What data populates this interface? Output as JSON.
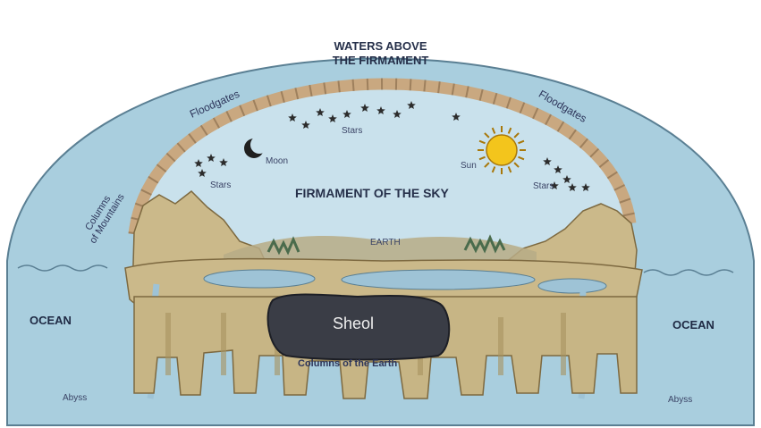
{
  "labels": {
    "waters_above": [
      "WATERS ABOVE",
      "THE FIRMAMENT"
    ],
    "firmament": "FIRMAMENT OF THE SKY",
    "earth": "EARTH",
    "sheol": "Sheol",
    "columns_earth": "Columns of the Earth",
    "ocean_left": "OCEAN",
    "ocean_right": "OCEAN",
    "abyss_left": "Abyss",
    "abyss_right": "Abyss",
    "moon": "Moon",
    "sun": "Sun",
    "stars_top": "Stars",
    "stars_left": "Stars",
    "stars_right": "Stars",
    "floodgates_left": "Floodgates",
    "floodgates_right": "Floodgates",
    "columns_mountains": [
      "Columns",
      "of Mountains"
    ]
  },
  "colors": {
    "outer_water": "#a9cede",
    "inner_sky": "#c9e1ec",
    "vault_brick": "#c9a880",
    "land": "#cbb98a",
    "rock_shadow": "#a8935f",
    "lake": "#9ec3d6",
    "sheol": "#3a3d46",
    "sun": "#f3c51c",
    "star": "#2c2c2c"
  }
}
